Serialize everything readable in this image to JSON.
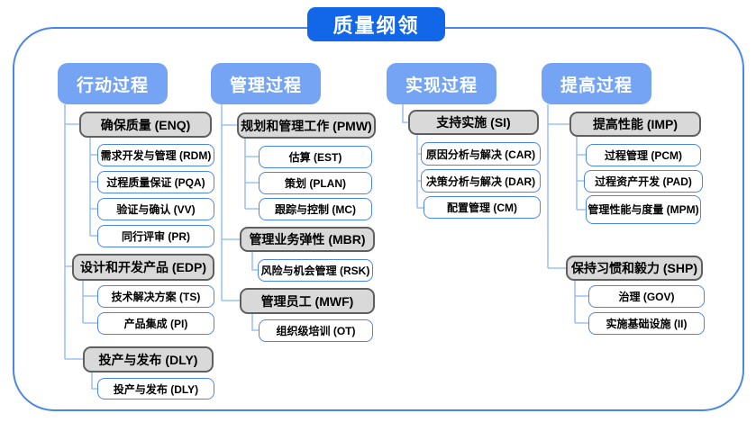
{
  "title": "质量纲领",
  "colors": {
    "title_bg": "#1267e8",
    "column_header_bg": "#74a4f3",
    "group_fill": "#d9d9d9",
    "group_border": "#5f5f5f",
    "leaf_border": "#4a86e8",
    "connector": "#9cc2f7",
    "frame_border": "#4a86e8"
  },
  "columns": [
    {
      "title": "行动过程",
      "groups": [
        {
          "label": "确保质量 (ENQ)",
          "children": [
            "需求开发与管理 (RDM)",
            "过程质量保证 (PQA)",
            "验证与确认 (VV)",
            "同行评审 (PR)"
          ]
        },
        {
          "label": "设计和开发产品 (EDP)",
          "children": [
            "技术解决方案 (TS)",
            "产品集成 (PI)"
          ]
        },
        {
          "label": "投产与发布 (DLY)",
          "children": [
            "投产与发布 (DLY)"
          ]
        }
      ]
    },
    {
      "title": "管理过程",
      "groups": [
        {
          "label": "规划和管理工作 (PMW)",
          "children": [
            "估算 (EST)",
            "策划 (PLAN)",
            "跟踪与控制 (MC)"
          ]
        },
        {
          "label": "管理业务弹性 (MBR)",
          "children": [
            "风险与机会管理 (RSK)"
          ]
        },
        {
          "label": "管理员工 (MWF)",
          "children": [
            "组织级培训 (OT)"
          ]
        }
      ]
    },
    {
      "title": "实现过程",
      "groups": [
        {
          "label": "支持实施 (SI)",
          "children": [
            "原因分析与解决 (CAR)",
            "决策分析与解决 (DAR)",
            "配置管理 (CM)"
          ]
        }
      ]
    },
    {
      "title": "提高过程",
      "groups": [
        {
          "label": "提高性能 (IMP)",
          "children": [
            "过程管理 (PCM)",
            "过程资产开发 (PAD)",
            "管理性能与度量 (MPM)"
          ]
        },
        {
          "label": "保持习惯和毅力 (SHP)",
          "children": [
            "治理 (GOV)",
            "实施基础设施 (II)"
          ]
        }
      ]
    }
  ]
}
